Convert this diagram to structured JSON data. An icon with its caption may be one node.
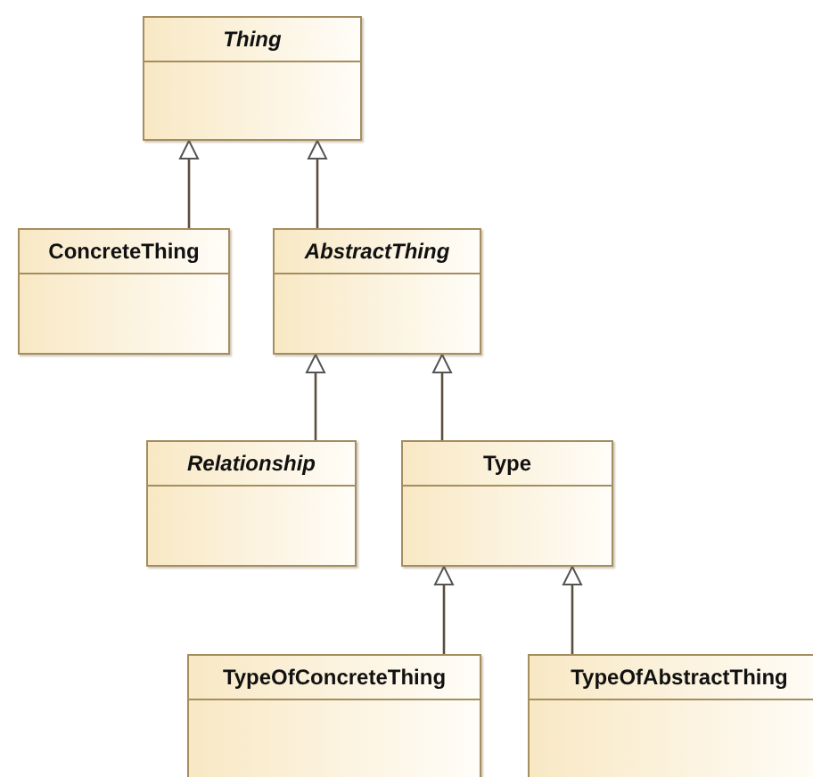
{
  "diagram": {
    "nodes": [
      {
        "text": [
          "Thing"
        ]
      },
      {
        "text": [
          "ConcreteThing"
        ]
      },
      {
        "text": [
          "AbstractThing"
        ]
      },
      {
        "text": [
          "Relationship"
        ]
      },
      {
        "text": [
          "Type"
        ]
      },
      {
        "text": [
          "TypeOfConcreteThing"
        ]
      },
      {
        "text": [
          "TypeOfAbstractThing"
        ]
      }
    ],
    "edges": [
      {
        "from": 1,
        "to": 0,
        "arrow": "to"
      },
      {
        "from": 2,
        "to": 0,
        "arrow": "to"
      },
      {
        "from": 3,
        "to": 2,
        "arrow": "to"
      },
      {
        "from": 4,
        "to": 2,
        "arrow": "to"
      },
      {
        "from": 5,
        "to": 4,
        "arrow": "to"
      },
      {
        "from": 6,
        "to": 4,
        "arrow": "to"
      }
    ]
  }
}
